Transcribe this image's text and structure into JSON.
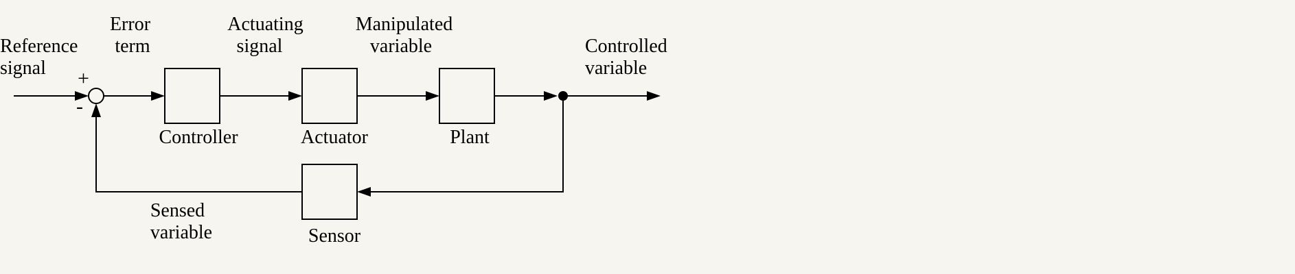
{
  "diagram": {
    "signals": {
      "reference": [
        "Reference",
        "signal"
      ],
      "error": [
        "Error",
        "term"
      ],
      "actuating": [
        "Actuating",
        "signal"
      ],
      "manipulated": [
        "Manipulated",
        "variable"
      ],
      "controlled": [
        "Controlled",
        "variable"
      ],
      "sensed": [
        "Sensed",
        "variable"
      ]
    },
    "blocks": {
      "controller": "Controller",
      "actuator": "Actuator",
      "plant": "Plant",
      "sensor": "Sensor"
    },
    "summing_junction": {
      "plus": "+",
      "minus": "-"
    },
    "colors": {
      "background": "#f7f5f0",
      "ink": "#000000"
    }
  }
}
